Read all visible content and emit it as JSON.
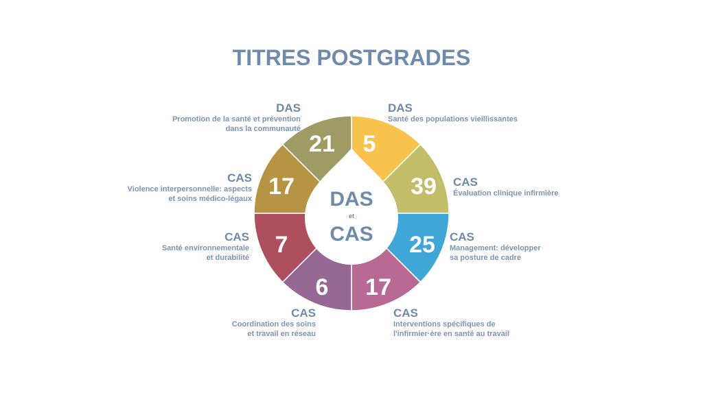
{
  "title": "TITRES POSTGRADES",
  "center": {
    "top": "DAS",
    "middle": "et",
    "bottom": "CAS"
  },
  "segments": [
    {
      "value": "5",
      "kind": "DAS",
      "desc": "Santé des populations vieillissantes",
      "color": "#F9C44E"
    },
    {
      "value": "39",
      "kind": "CAS",
      "desc": "Évaluation clinique infirmière",
      "color": "#C3BE6A"
    },
    {
      "value": "25",
      "kind": "CAS",
      "desc": "Management: développer sa posture de cadre",
      "color": "#3FA6D8"
    },
    {
      "value": "17",
      "kind": "CAS",
      "desc": "Interventions spécifiques de l'infirmier·ère en santé au travail",
      "color": "#B86A94"
    },
    {
      "value": "6",
      "kind": "CAS",
      "desc": "Coordination des soins et travail en réseau",
      "color": "#956993"
    },
    {
      "value": "7",
      "kind": "CAS",
      "desc": "Santé environnementale et durabilité",
      "color": "#AD4F5C"
    },
    {
      "value": "17",
      "kind": "CAS",
      "desc": "Violence interpersonnelle: aspects et soins médico-légaux",
      "color": "#B79443"
    },
    {
      "value": "21",
      "kind": "DAS",
      "desc": "Promotion de la santé et prévention dans la communauté",
      "color": "#9E9B65"
    }
  ]
}
